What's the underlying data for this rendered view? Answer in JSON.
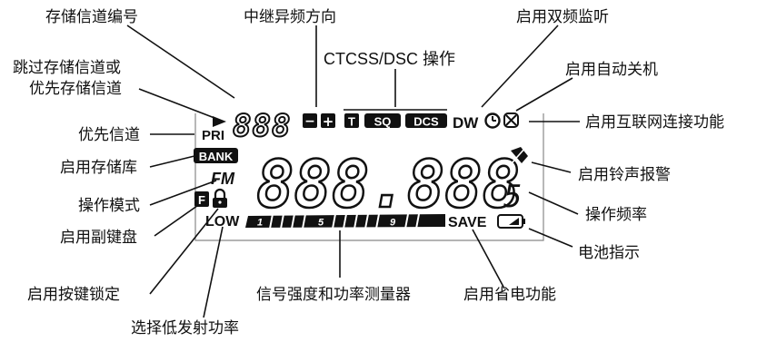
{
  "labels": {
    "memory_channel_number": "存储信道编号",
    "repeater_shift_direction": "中继异频方向",
    "dual_watch_enable": "启用双频监听",
    "ctcss_dsc_operation": "CTCSS/DSC 操作",
    "skip_or_priority_line1": "跳过存储信道或",
    "skip_or_priority_line2": "优先存储信道",
    "auto_power_off_enable": "启用自动关机",
    "priority_channel": "优先信道",
    "internet_connect_enable": "启用互联网连接功能",
    "memory_bank_enable": "启用存储库",
    "ringer_alarm_enable": "启用铃声报警",
    "operating_mode": "操作模式",
    "operating_frequency": "操作频率",
    "sub_keypad_enable": "启用副键盘",
    "battery_indicator": "电池指示",
    "key_lock_enable": "启用按键锁定",
    "signal_power_meter": "信号强度和功率测量器",
    "power_save_enable": "启用省电功能",
    "low_power_select": "选择低发射功率"
  },
  "lcd": {
    "pri": "PRI",
    "channel_digits": "888",
    "minus": "−",
    "plus": "+",
    "t": "T",
    "sq": "SQ",
    "dcs": "DCS",
    "dw": "DW",
    "bank": "BANK",
    "mode": "FM",
    "f": "F",
    "freq_digits": "888.888",
    "freq_small_digit": "5",
    "low": "LOW",
    "meter_1": "1",
    "meter_5": "5",
    "meter_9": "9",
    "save": "SAVE"
  }
}
